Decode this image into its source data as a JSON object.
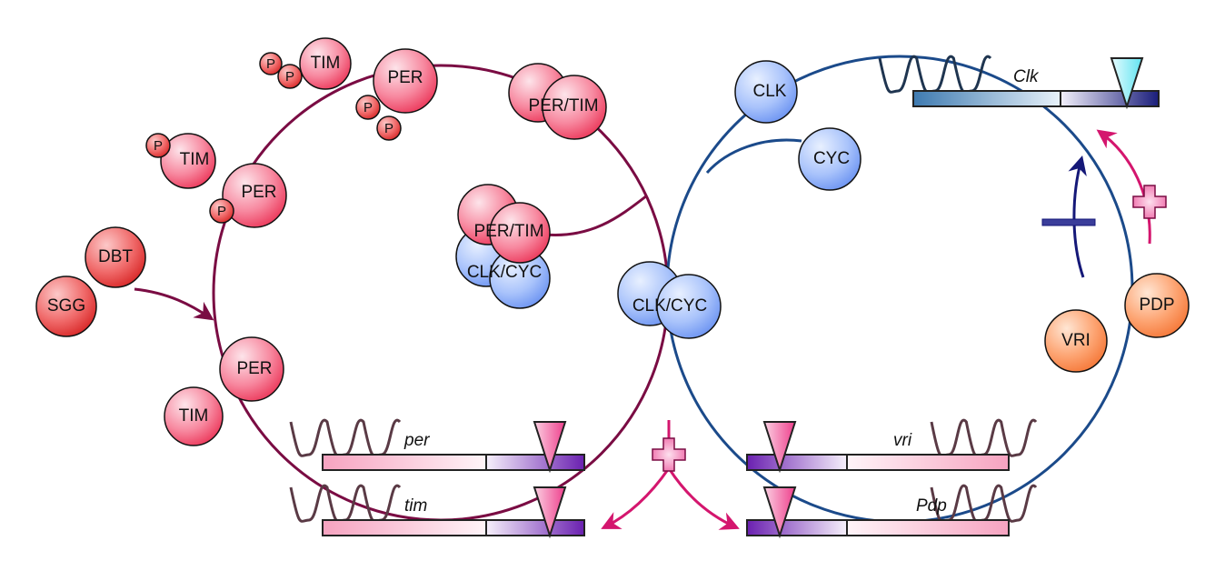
{
  "colors": {
    "left_loop": "#7a0c43",
    "right_loop": "#1b4a8a",
    "pink_arrow": "#d4166e",
    "navy_arrow": "#151878",
    "gene_wave": "#5a3a45"
  },
  "molecules": {
    "tim_pp": {
      "label": "TIM",
      "p1": "P",
      "p2": "P"
    },
    "per_pp": {
      "label": "PER",
      "p1": "P",
      "p2": "P"
    },
    "per_tim_top": {
      "label": "PER/TIM"
    },
    "tim_p": {
      "label": "TIM",
      "p": "P"
    },
    "per_p": {
      "label": "PER",
      "p": "P"
    },
    "dbt": {
      "label": "DBT"
    },
    "sgg": {
      "label": "SGG"
    },
    "per": {
      "label": "PER"
    },
    "tim": {
      "label": "TIM"
    },
    "inner_complex": {
      "top": "PER/TIM",
      "bottom": "CLK/CYC"
    },
    "clk_cyc_center": {
      "label": "CLK/CYC"
    },
    "clk": {
      "label": "CLK"
    },
    "cyc": {
      "label": "CYC"
    },
    "vri": {
      "label": "VRI"
    },
    "pdp": {
      "label": "PDP"
    }
  },
  "genes": {
    "per": "per",
    "tim": "tim",
    "vri": "vri",
    "pdp": "Pdp",
    "clk": "Clk"
  },
  "symbols": {
    "plus": "plus-icon",
    "minus": "inhibition-bar-icon"
  }
}
